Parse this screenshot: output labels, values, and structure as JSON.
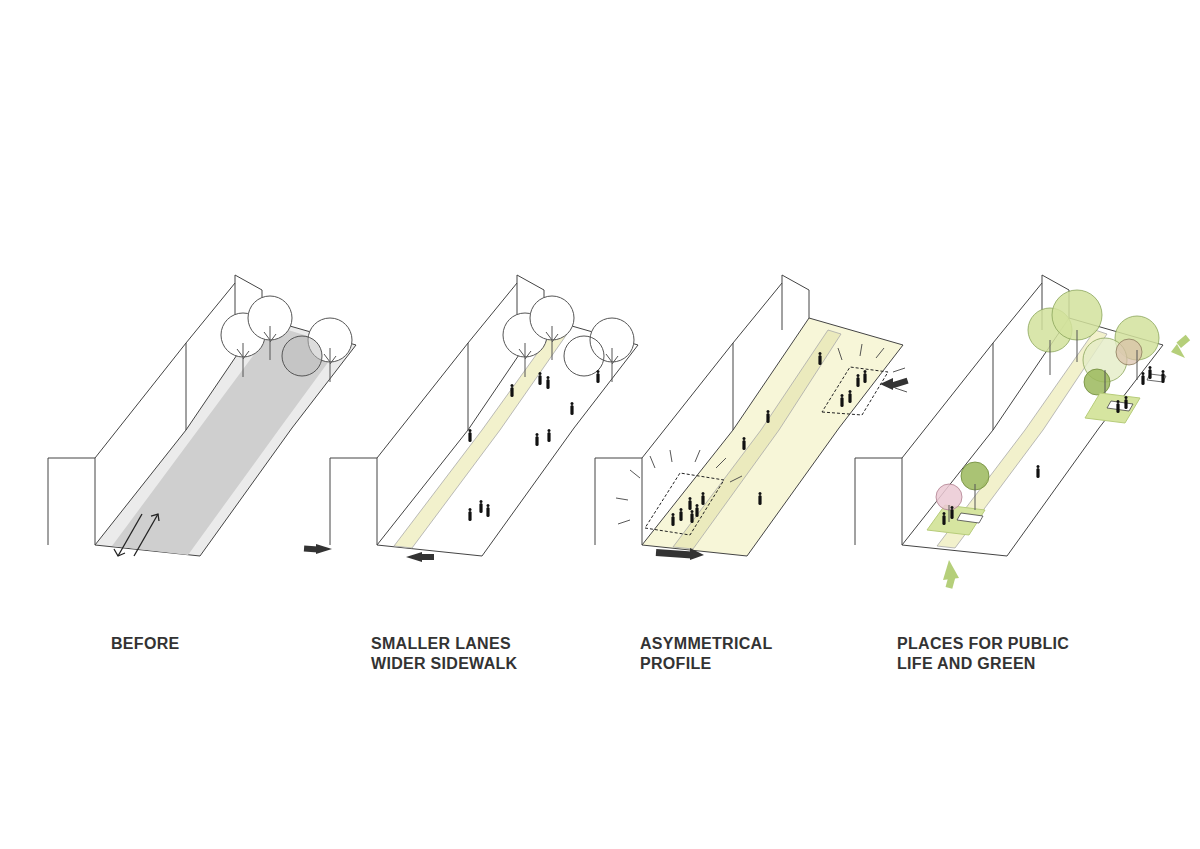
{
  "diagram": {
    "labels": [
      "BEFORE",
      "SMALLER LANES WIDER SIDEWALK",
      "ASYMMETRICAL PROFILE",
      "PLACES FOR PUBLIC LIFE AND GREEN"
    ]
  }
}
